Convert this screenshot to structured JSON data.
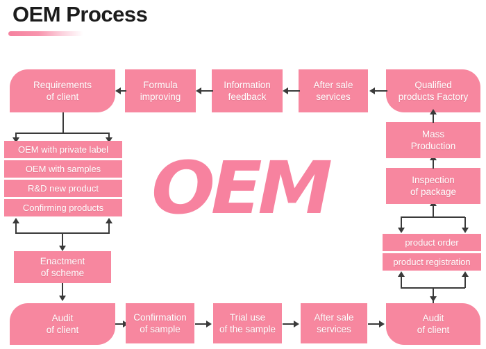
{
  "page": {
    "title": "OEM Process",
    "watermark": "OEM",
    "accent_color": "#f7879f",
    "title_color": "#1c1c1c",
    "connector_color": "#3a3a3a",
    "background": "#ffffff"
  },
  "nodes": {
    "requirements_of_client": {
      "line1": "Requirements",
      "line2": "of client"
    },
    "formula_improving": {
      "line1": "Formula",
      "line2": "improving"
    },
    "information_feedback": {
      "line1": "Information",
      "line2": "feedback"
    },
    "after_sale_services_top": {
      "line1": "After sale",
      "line2": "services"
    },
    "qualified_products_factory": {
      "line1": "Qualified",
      "line2": "products Factory"
    },
    "oem_with_private_label": {
      "line1": "OEM with private label"
    },
    "oem_with_samples": {
      "line1": "OEM with samples"
    },
    "rd_new_product": {
      "line1": "R&D new product"
    },
    "confirming_products": {
      "line1": "Confirming products"
    },
    "mass_production": {
      "line1": "Mass",
      "line2": "Production"
    },
    "inspection_of_package": {
      "line1": "Inspection",
      "line2": "of package"
    },
    "product_order": {
      "line1": "product order"
    },
    "product_registration": {
      "line1": "product registration"
    },
    "enactment_of_scheme": {
      "line1": "Enactment",
      "line2": "of scheme"
    },
    "audit_of_client_left": {
      "line1": "Audit",
      "line2": "of client"
    },
    "confirmation_of_sample": {
      "line1": "Confirmation",
      "line2": "of sample"
    },
    "trial_use_of_the_sample": {
      "line1": "Trial use",
      "line2": "of the sample"
    },
    "after_sale_services_bottom": {
      "line1": "After sale",
      "line2": "services"
    },
    "audit_of_client_right": {
      "line1": "Audit",
      "line2": "of client"
    }
  }
}
